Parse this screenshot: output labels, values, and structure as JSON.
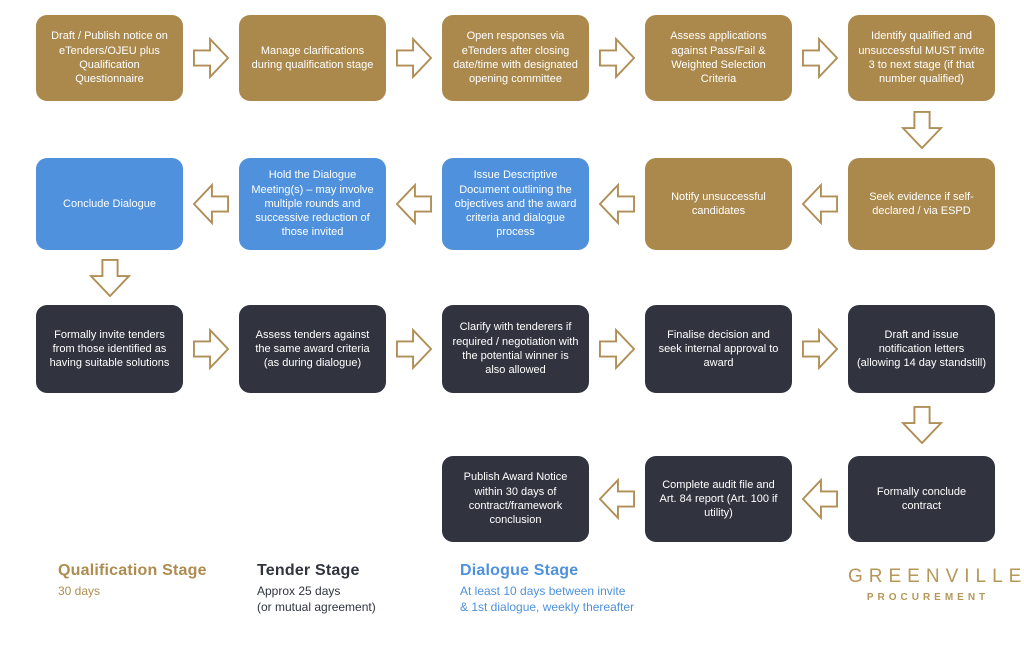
{
  "flow": {
    "row1": [
      "Draft / Publish notice on eTenders/OJEU plus Qualification Questionnaire",
      "Manage clarifications during qualification stage",
      "Open responses via eTenders after closing date/time with designated opening committee",
      "Assess applications against Pass/Fail & Weighted Selection Criteria",
      "Identify qualified and unsuccessful MUST invite 3 to next stage (if that number qualified)"
    ],
    "row2": [
      "Conclude Dialogue",
      "Hold the Dialogue Meeting(s) – may involve multiple rounds and successive reduction of those invited",
      "Issue Descriptive Document outlining the objectives and the award criteria and dialogue process",
      "Notify unsuccessful candidates",
      "Seek evidence if self-declared / via ESPD"
    ],
    "row3": [
      "Formally invite tenders from those identified as having suitable solutions",
      "Assess tenders against the same award criteria (as during dialogue)",
      "Clarify with tenderers if required / negotiation with the potential winner is also allowed",
      "Finalise decision and seek internal approval to award",
      "Draft and issue notification letters (allowing 14 day standstill)"
    ],
    "row4": [
      "Publish Award Notice within 30 days of contract/framework conclusion",
      "Complete audit file and Art. 84 report (Art. 100 if utility)",
      "Formally conclude contract"
    ]
  },
  "legend": {
    "qualification": {
      "title": "Qualification Stage",
      "line1": "30 days"
    },
    "tender": {
      "title": "Tender Stage",
      "line1": "Approx 25 days",
      "line2": "(or mutual agreement)"
    },
    "dialogue": {
      "title": "Dialogue Stage",
      "line1": "At least 10 days between invite",
      "line2": "& 1st dialogue, weekly thereafter"
    }
  },
  "logo": {
    "line1": "GREENVILLE",
    "line2": "PROCUREMENT"
  },
  "colors": {
    "qualification_gold": "#AB894D",
    "dialogue_blue": "#4F91DC",
    "tender_dark": "#31343F",
    "arrow_outline": "#B08E55",
    "logo_gold": "#B6975A"
  }
}
